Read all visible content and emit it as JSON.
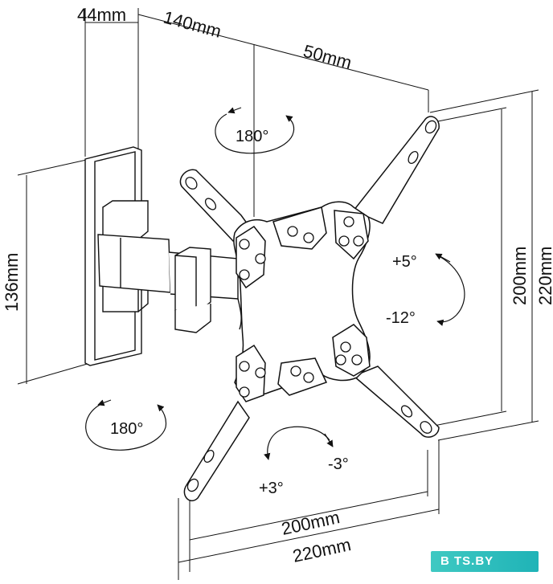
{
  "dimensions": {
    "wall_plate_depth": "44mm",
    "arm_length": "140mm",
    "offset": "50mm",
    "wall_plate_height": "136mm",
    "vesa_vertical_inner": "200mm",
    "vesa_vertical_outer": "220mm",
    "vesa_horizontal_inner": "200mm",
    "vesa_horizontal_outer": "220mm"
  },
  "angles": {
    "swivel_top": "180°",
    "swivel_bottom": "180°",
    "tilt_up": "+5°",
    "tilt_down": "-12°",
    "rotate_ccw": "+3°",
    "rotate_cw": "-3°"
  },
  "watermark": {
    "text": "B   TS.BY"
  },
  "colors": {
    "line": "#111111",
    "watermark_bg": "#2fbfbd"
  }
}
